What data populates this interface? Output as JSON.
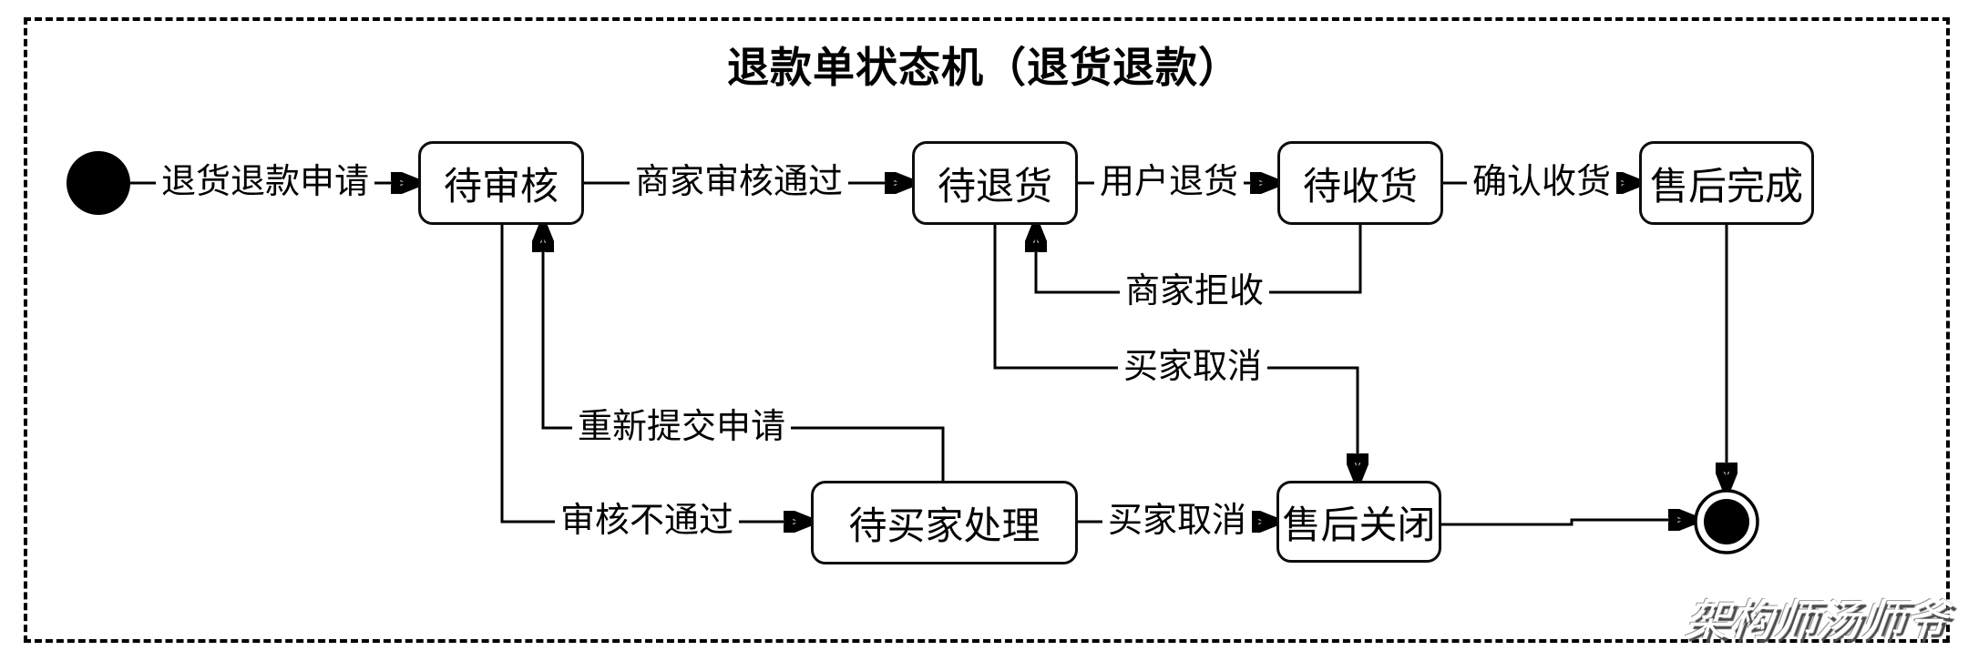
{
  "title": "退款单状态机（退货退款）",
  "watermark": "架构师汤师爷",
  "states": {
    "pending_review": "待审核",
    "pending_return": "待退货",
    "pending_receipt": "待收货",
    "aftersales_complete": "售后完成",
    "pending_buyer_action": "待买家处理",
    "aftersales_closed": "售后关闭"
  },
  "transitions": {
    "apply": "退货退款申请",
    "merchant_approve": "商家审核通过",
    "user_return": "用户退货",
    "confirm_receipt": "确认收货",
    "merchant_reject_receipt": "商家拒收",
    "buyer_cancel_upper": "买家取消",
    "resubmit": "重新提交申请",
    "review_rejected": "审核不通过",
    "buyer_cancel_lower": "买家取消"
  },
  "colors": {
    "line": "#000000",
    "background": "#ffffff",
    "watermark_shadow": "#4a4a4a"
  }
}
